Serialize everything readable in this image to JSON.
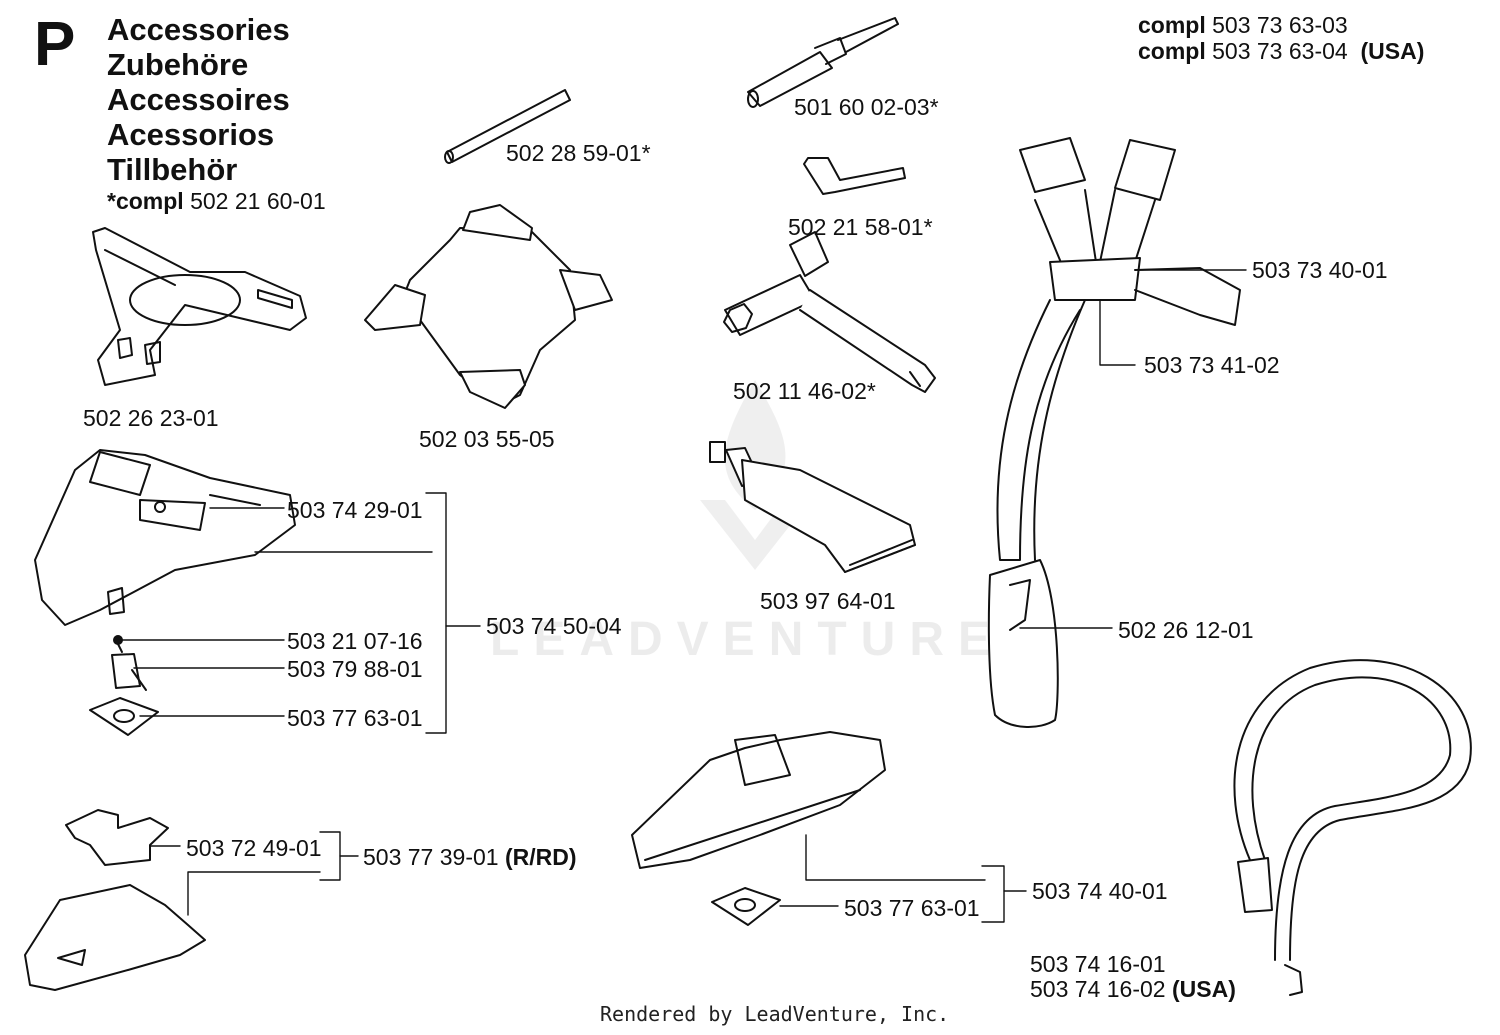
{
  "header": {
    "section_letter": "P",
    "titles": [
      "Accessories",
      "Zubehöre",
      "Accessoires",
      "Acessorios",
      "Tillbehör"
    ],
    "compl_note": {
      "prefix": "*compl",
      "number": "502 21 60-01"
    }
  },
  "assembly_numbers": [
    {
      "prefix": "compl",
      "number": "503 73 63-03",
      "suffix": ""
    },
    {
      "prefix": "compl",
      "number": "503 73 63-04",
      "suffix": "(USA)"
    }
  ],
  "part_labels": {
    "p_502_28_59": {
      "text": "502 28 59-01*"
    },
    "p_501_60_02": {
      "text": "501 60 02-03*"
    },
    "p_502_21_58": {
      "text": "502 21 58-01*"
    },
    "p_503_73_40": {
      "text": "503 73 40-01"
    },
    "p_503_73_41": {
      "text": "503 73 41-02"
    },
    "p_502_11_46": {
      "text": "502 11 46-02*"
    },
    "p_502_26_23": {
      "text": "502 26 23-01"
    },
    "p_502_03_55": {
      "text": "502 03 55-05"
    },
    "p_503_74_29": {
      "text": "503 74 29-01"
    },
    "p_503_74_50": {
      "text": "503 74 50-04"
    },
    "p_503_21_07": {
      "text": "503 21 07-16"
    },
    "p_503_79_88": {
      "text": "503 79 88-01"
    },
    "p_503_77_63_a": {
      "text": "503 77 63-01"
    },
    "p_503_97_64": {
      "text": "503 97 64-01"
    },
    "p_502_26_12": {
      "text": "502 26 12-01"
    },
    "p_503_72_49": {
      "text": "503 72 49-01"
    },
    "p_503_77_39": {
      "text": "503 77 39-01",
      "suffix": "(R/RD)"
    },
    "p_503_74_40": {
      "text": "503 74 40-01"
    },
    "p_503_77_63_b": {
      "text": "503 77 63-01"
    },
    "p_503_74_16_01": {
      "text": "503 74 16-01"
    },
    "p_503_74_16_02": {
      "text": "503 74 16-02",
      "suffix": "(USA)"
    }
  },
  "footer": "Rendered by LeadVenture, Inc.",
  "watermark": "LEADVENTURE"
}
